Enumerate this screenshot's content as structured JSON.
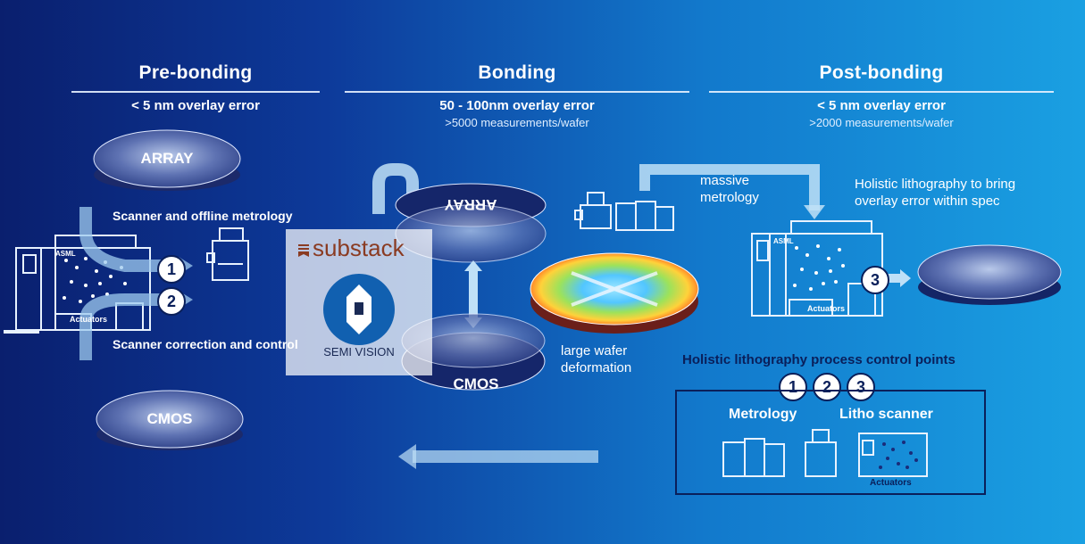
{
  "sections": {
    "pre": {
      "title": "Pre-bonding",
      "spec": "< 5 nm overlay error"
    },
    "bonding": {
      "title": "Bonding",
      "spec": "50 - 100nm overlay error",
      "measurements": ">5000 measurements/wafer"
    },
    "post": {
      "title": "Post-bonding",
      "spec": "< 5 nm overlay error",
      "measurements": ">2000 measurements/wafer"
    }
  },
  "wafers": {
    "array_top": "ARRAY",
    "cmos_bottom": "CMOS",
    "array_flipped": "ARRAY",
    "cmos_bonded": "CMOS"
  },
  "labels": {
    "scanner_offline": "Scanner and offline metrology",
    "scanner_correction": "Scanner correction and control",
    "massive_metrology": "massive metrology",
    "large_wafer_deformation": "large wafer deformation",
    "holistic_spec": "Holistic lithography to bring overlay error within spec",
    "control_points_title": "Holistic lithography process control points",
    "metrology": "Metrology",
    "litho_scanner": "Litho scanner",
    "actuators": "Actuators",
    "asml": "ASML"
  },
  "numbers": {
    "one": "1",
    "two": "2",
    "three": "3"
  },
  "watermark": {
    "brand": "substack",
    "name": "SEMI VISION"
  },
  "colors": {
    "accent": "#8a3b22",
    "outline": "#0a1f5a",
    "arrow": "#bfe0f7"
  }
}
